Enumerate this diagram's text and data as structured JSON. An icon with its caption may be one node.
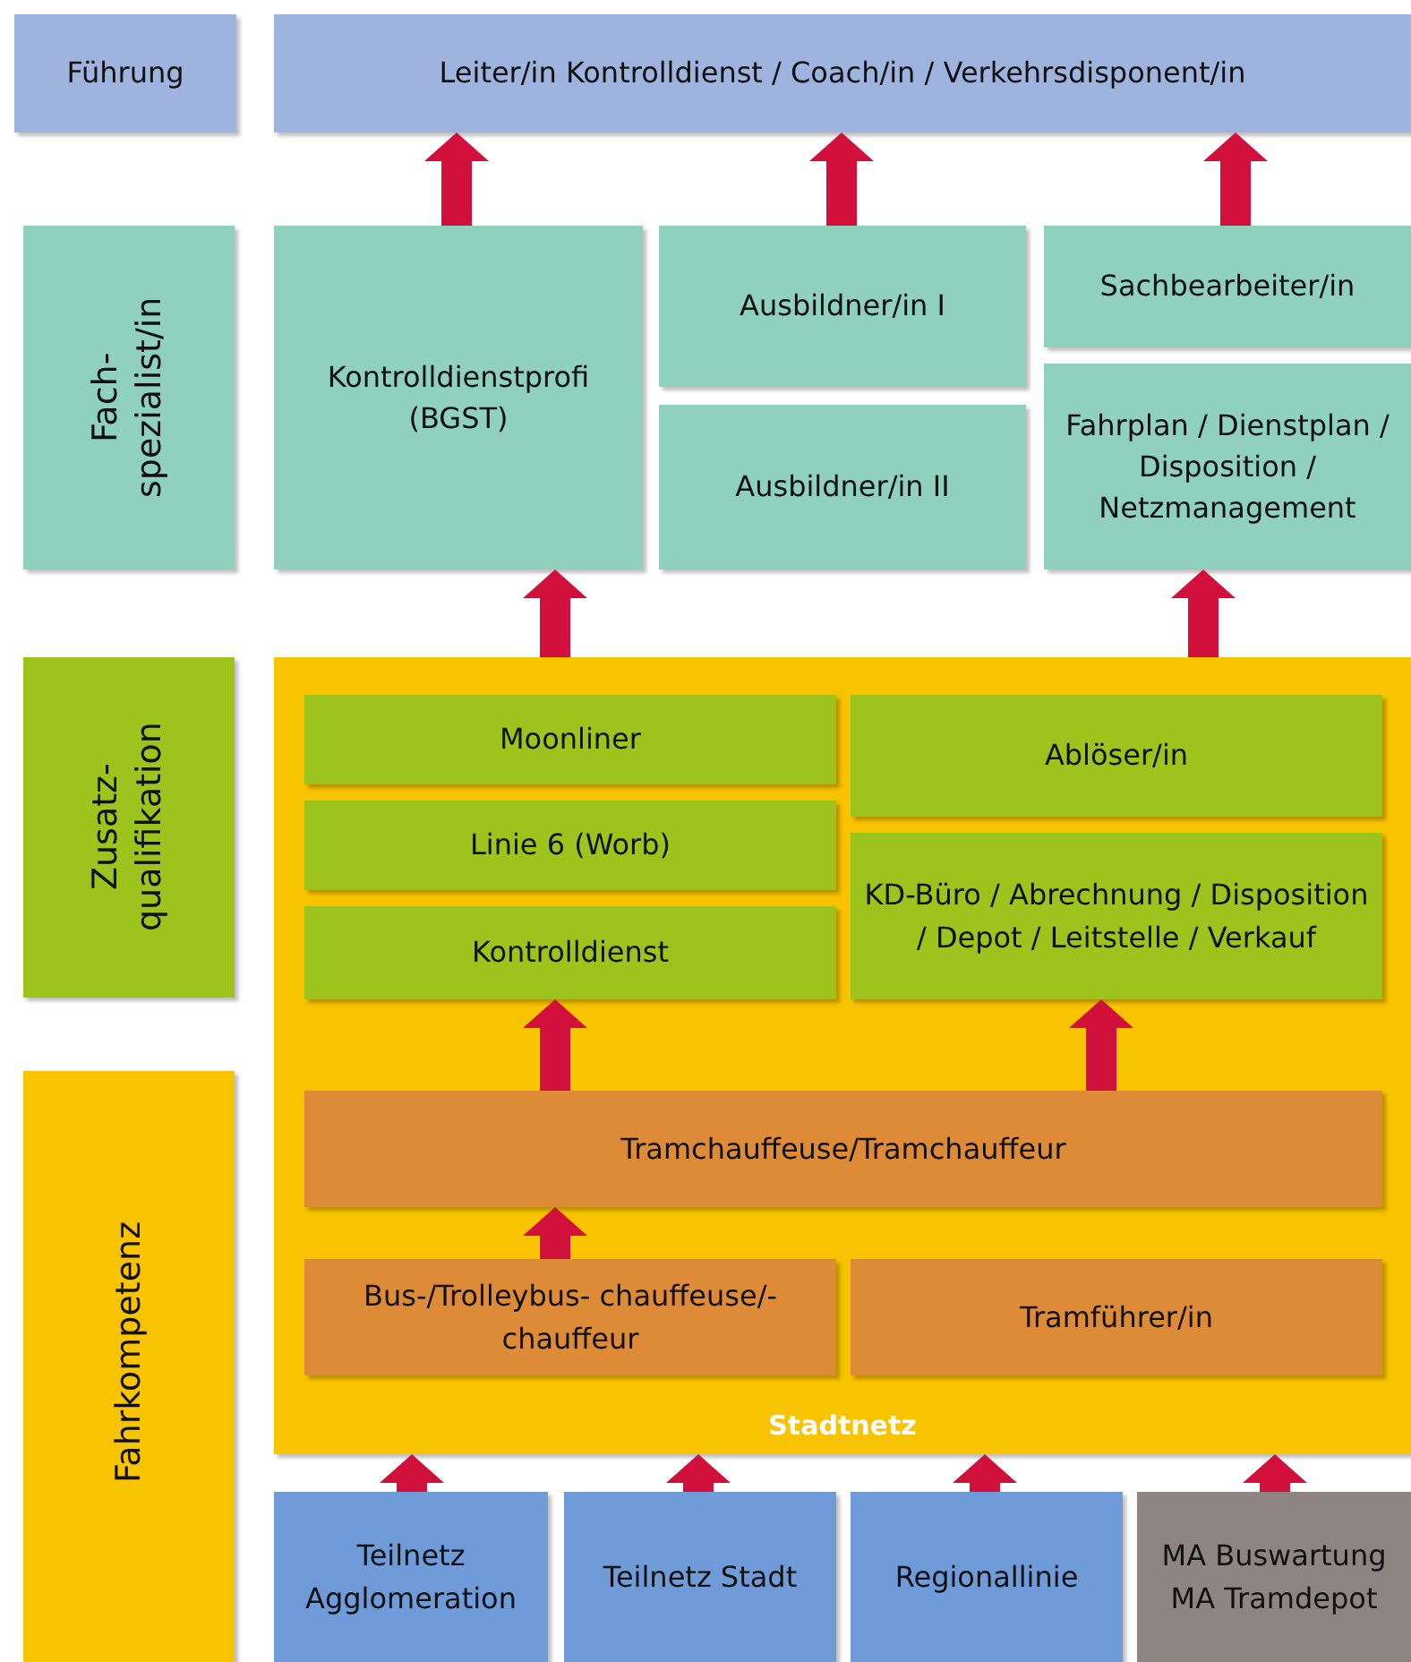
{
  "diagram": {
    "nodes": [
      {
        "text": [
          "Führung"
        ]
      },
      {
        "text": [
          "Leiter/in Kontrolldienst / Coach/in / Verkehrsdisponent/in"
        ]
      },
      {
        "text": [
          "Fach- spezialist/in"
        ]
      },
      {
        "text": [
          "Kontrolldienstprofi (BGST)"
        ]
      },
      {
        "text": [
          "Ausbildner/in I"
        ]
      },
      {
        "text": [
          "Ausbildner/in II"
        ]
      },
      {
        "text": [
          "Sachbearbeiter/in"
        ]
      },
      {
        "text": [
          "Fahrplan / Dienstplan / Disposition / Netzmanagement"
        ]
      },
      {
        "text": [
          "Zusatz- qualifikation"
        ]
      },
      {
        "text": [
          "Stadtnetz"
        ]
      },
      {
        "text": [
          "Moonliner"
        ],
        "in": 9
      },
      {
        "text": [
          "Linie 6 (Worb)"
        ],
        "in": 9
      },
      {
        "text": [
          "Kontrolldienst"
        ],
        "in": 9
      },
      {
        "text": [
          "Ablöser/in"
        ],
        "in": 9
      },
      {
        "text": [
          "KD-Büro / Abrechnung / Disposition / Depot / Leitstelle / Verkauf"
        ],
        "in": 9
      },
      {
        "text": [
          "Tramchauffeuse/Tramchauffeur"
        ],
        "in": 9
      },
      {
        "text": [
          "Bus-/Trolleybus- chauffeuse/-chauffeur"
        ],
        "in": 9
      },
      {
        "text": [
          "Tramführer/in"
        ],
        "in": 9
      },
      {
        "text": [
          "Fahrkompetenz"
        ]
      },
      {
        "text": [
          "Teilnetz Agglomeration"
        ]
      },
      {
        "text": [
          "Teilnetz Stadt"
        ]
      },
      {
        "text": [
          "Regionallinie"
        ]
      },
      {
        "text": [
          "MA Buswartung MA Tramdepot"
        ]
      }
    ],
    "edges": [
      {
        "from": 3,
        "to": 1,
        "arrow": "to"
      },
      {
        "from": 4,
        "to": 1,
        "arrow": "to"
      },
      {
        "from": 6,
        "to": 1,
        "arrow": "to"
      },
      {
        "from": 9,
        "to": 3,
        "arrow": "to"
      },
      {
        "from": 9,
        "to": 7,
        "arrow": "to"
      },
      {
        "from": 15,
        "to": 12,
        "arrow": "to"
      },
      {
        "from": 15,
        "to": 14,
        "arrow": "to"
      },
      {
        "from": 16,
        "to": 15,
        "arrow": "to"
      },
      {
        "from": 19,
        "to": 9,
        "arrow": "to"
      },
      {
        "from": 20,
        "to": 9,
        "arrow": "to"
      },
      {
        "from": 21,
        "to": 9,
        "arrow": "to"
      },
      {
        "from": 22,
        "to": 9,
        "arrow": "to"
      }
    ]
  }
}
